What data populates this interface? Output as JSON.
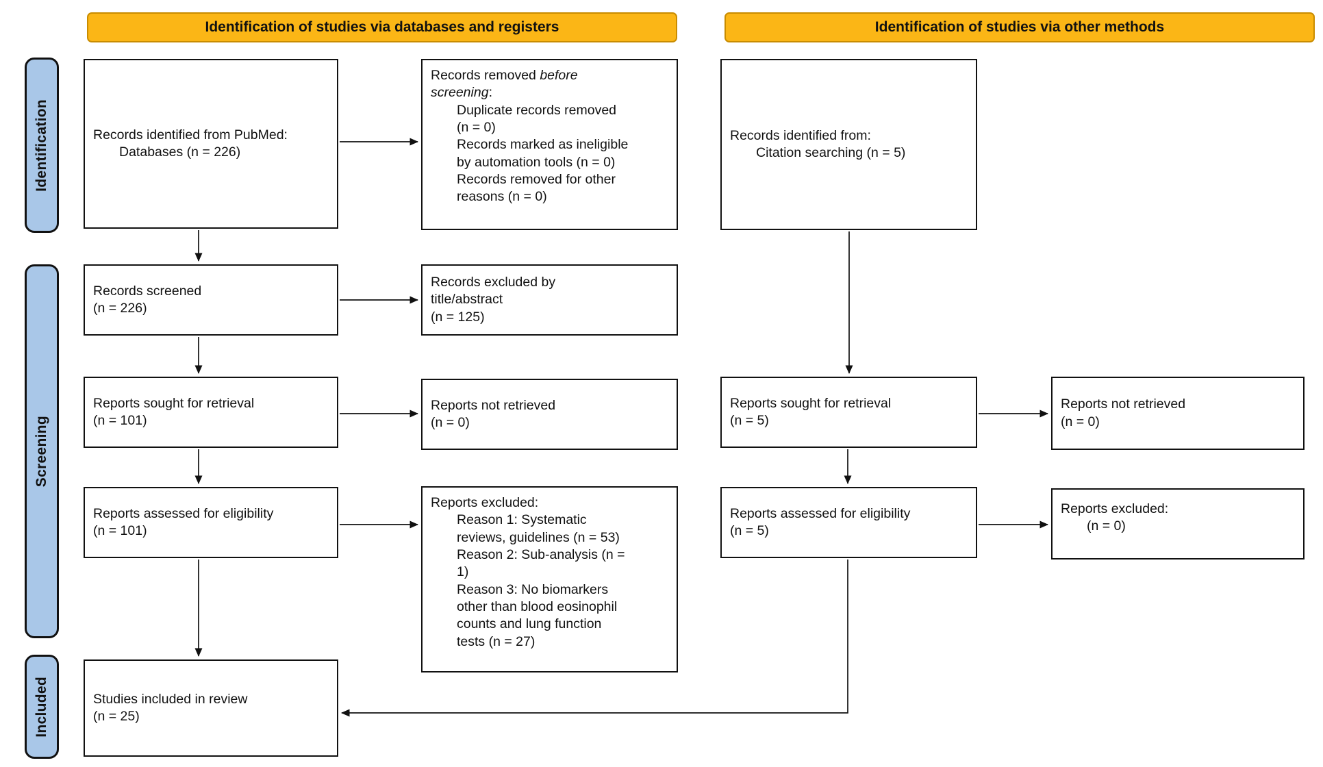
{
  "diagram": {
    "title": "PRISMA flow diagram",
    "colors": {
      "header_fill": "#FBB616",
      "header_border": "#C98C00",
      "stage_fill": "#A9C7E8",
      "box_border": "#111111"
    },
    "headers": [
      {
        "id": "databases",
        "label": "Identification of studies via databases and registers"
      },
      {
        "id": "other",
        "label": "Identification of studies via other methods"
      }
    ],
    "stages": [
      {
        "id": "identification",
        "label": "Identification"
      },
      {
        "id": "screening",
        "label": "Screening"
      },
      {
        "id": "included",
        "label": "Included"
      }
    ],
    "boxes": [
      {
        "id": "records-identified-databases",
        "lines": [
          {
            "indent": 0,
            "runs": [
              {
                "t": "Records identified from PubMed:"
              }
            ]
          },
          {
            "indent": 1,
            "runs": [
              {
                "t": "Databases (n = 226)"
              }
            ]
          }
        ]
      },
      {
        "id": "records-removed-before-screening",
        "lines": [
          {
            "indent": 0,
            "runs": [
              {
                "t": "Records removed "
              },
              {
                "t": "before",
                "i": true
              }
            ]
          },
          {
            "indent": 0,
            "runs": [
              {
                "t": "screening",
                "i": true
              },
              {
                "t": ":"
              }
            ]
          },
          {
            "indent": 1,
            "runs": [
              {
                "t": "Duplicate records removed"
              }
            ]
          },
          {
            "indent": 1,
            "runs": [
              {
                "t": "(n = 0)"
              }
            ]
          },
          {
            "indent": 1,
            "runs": [
              {
                "t": "Records marked as ineligible"
              }
            ]
          },
          {
            "indent": 1,
            "runs": [
              {
                "t": "by automation tools (n = 0)"
              }
            ]
          },
          {
            "indent": 1,
            "runs": [
              {
                "t": "Records removed for other"
              }
            ]
          },
          {
            "indent": 1,
            "runs": [
              {
                "t": "reasons (n = 0)"
              }
            ]
          }
        ]
      },
      {
        "id": "records-identified-other",
        "lines": [
          {
            "indent": 0,
            "runs": [
              {
                "t": "Records identified from:"
              }
            ]
          },
          {
            "indent": 1,
            "runs": [
              {
                "t": "Citation searching (n = 5)"
              }
            ]
          }
        ]
      },
      {
        "id": "records-screened",
        "lines": [
          {
            "indent": 0,
            "runs": [
              {
                "t": "Records screened"
              }
            ]
          },
          {
            "indent": 0,
            "runs": [
              {
                "t": "(n = 226)"
              }
            ]
          }
        ]
      },
      {
        "id": "records-excluded-title-abstract",
        "lines": [
          {
            "indent": 0,
            "runs": [
              {
                "t": "Records excluded by"
              }
            ]
          },
          {
            "indent": 0,
            "runs": [
              {
                "t": "title/abstract"
              }
            ]
          },
          {
            "indent": 0,
            "runs": [
              {
                "t": "(n = 125)"
              }
            ]
          }
        ]
      },
      {
        "id": "reports-sought-retrieval-db",
        "lines": [
          {
            "indent": 0,
            "runs": [
              {
                "t": "Reports sought for retrieval"
              }
            ]
          },
          {
            "indent": 0,
            "runs": [
              {
                "t": "(n = 101)"
              }
            ]
          }
        ]
      },
      {
        "id": "reports-not-retrieved-db",
        "lines": [
          {
            "indent": 0,
            "runs": [
              {
                "t": "Reports not retrieved"
              }
            ]
          },
          {
            "indent": 0,
            "runs": [
              {
                "t": "(n = 0)"
              }
            ]
          }
        ]
      },
      {
        "id": "reports-sought-retrieval-other",
        "lines": [
          {
            "indent": 0,
            "runs": [
              {
                "t": "Reports sought for retrieval"
              }
            ]
          },
          {
            "indent": 0,
            "runs": [
              {
                "t": "(n = 5)"
              }
            ]
          }
        ]
      },
      {
        "id": "reports-not-retrieved-other",
        "lines": [
          {
            "indent": 0,
            "runs": [
              {
                "t": "Reports not retrieved"
              }
            ]
          },
          {
            "indent": 0,
            "runs": [
              {
                "t": "(n = 0)"
              }
            ]
          }
        ]
      },
      {
        "id": "reports-assessed-eligibility-db",
        "lines": [
          {
            "indent": 0,
            "runs": [
              {
                "t": "Reports assessed for eligibility"
              }
            ]
          },
          {
            "indent": 0,
            "runs": [
              {
                "t": "(n = 101)"
              }
            ]
          }
        ]
      },
      {
        "id": "reports-excluded-reasons",
        "lines": [
          {
            "indent": 0,
            "runs": [
              {
                "t": "Reports excluded:"
              }
            ]
          },
          {
            "indent": 1,
            "runs": [
              {
                "t": "Reason 1: Systematic"
              }
            ]
          },
          {
            "indent": 1,
            "runs": [
              {
                "t": "reviews, guidelines (n = 53)"
              }
            ]
          },
          {
            "indent": 1,
            "runs": [
              {
                "t": "Reason 2: Sub-analysis (n ="
              }
            ]
          },
          {
            "indent": 1,
            "runs": [
              {
                "t": "1)"
              }
            ]
          },
          {
            "indent": 1,
            "runs": [
              {
                "t": "Reason 3: No biomarkers"
              }
            ]
          },
          {
            "indent": 1,
            "runs": [
              {
                "t": "other than blood eosinophil"
              }
            ]
          },
          {
            "indent": 1,
            "runs": [
              {
                "t": "counts and lung function"
              }
            ]
          },
          {
            "indent": 1,
            "runs": [
              {
                "t": "tests (n = 27)"
              }
            ]
          }
        ]
      },
      {
        "id": "reports-assessed-eligibility-other",
        "lines": [
          {
            "indent": 0,
            "runs": [
              {
                "t": "Reports assessed for eligibility"
              }
            ]
          },
          {
            "indent": 0,
            "runs": [
              {
                "t": "(n = 5)"
              }
            ]
          }
        ]
      },
      {
        "id": "reports-excluded-other",
        "lines": [
          {
            "indent": 0,
            "runs": [
              {
                "t": "Reports excluded:"
              }
            ]
          },
          {
            "indent": 1,
            "runs": [
              {
                "t": "(n = 0)"
              }
            ]
          }
        ]
      },
      {
        "id": "studies-included-review",
        "lines": [
          {
            "indent": 0,
            "runs": [
              {
                "t": "Studies included in review"
              }
            ]
          },
          {
            "indent": 0,
            "runs": [
              {
                "t": "(n = 25)"
              }
            ]
          }
        ]
      }
    ]
  }
}
